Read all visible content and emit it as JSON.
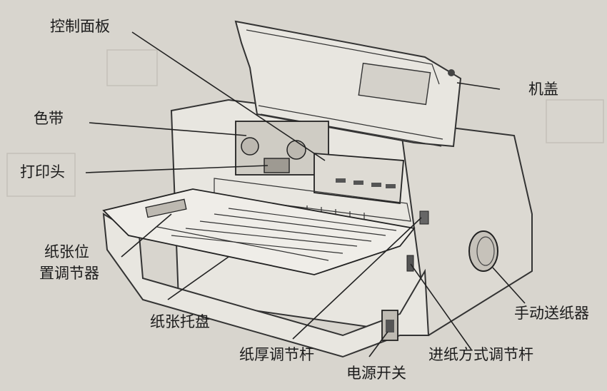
{
  "labels": {
    "control_panel": "控制面板",
    "ribbon": "色带",
    "print_head": "打印头",
    "paper_position_line1": "纸张位",
    "paper_position_line2": "置调节器",
    "paper_tray": "纸张托盘",
    "paper_thickness_lever": "纸厚调节杆",
    "power_switch": "电源开关",
    "paper_feed_mode_lever": "进纸方式调节杆",
    "manual_feed_knob": "手动送纸器",
    "cover": "机盖"
  }
}
